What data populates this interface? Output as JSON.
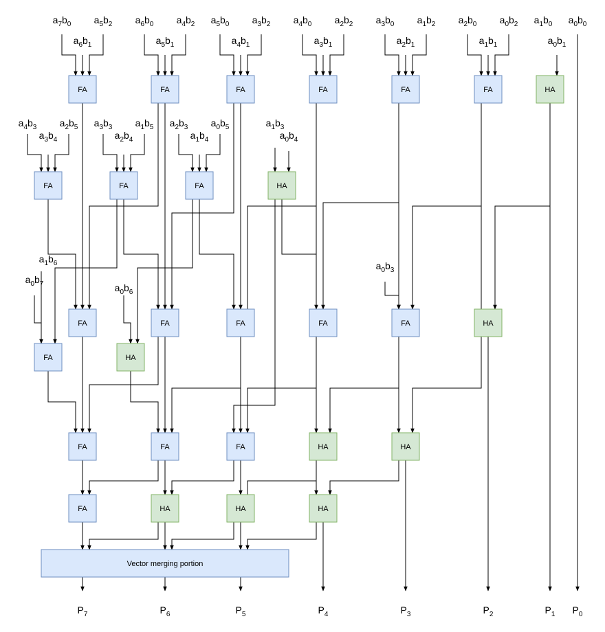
{
  "inputs_top": [
    {
      "id": "a7b0",
      "a": "7",
      "b": "0"
    },
    {
      "id": "a5b2",
      "a": "5",
      "b": "2"
    },
    {
      "id": "a6b0",
      "a": "6",
      "b": "0"
    },
    {
      "id": "a4b2",
      "a": "4",
      "b": "2"
    },
    {
      "id": "a5b0",
      "a": "5",
      "b": "0"
    },
    {
      "id": "a3b2",
      "a": "3",
      "b": "2"
    },
    {
      "id": "a4b0",
      "a": "4",
      "b": "0"
    },
    {
      "id": "a2b2",
      "a": "2",
      "b": "2"
    },
    {
      "id": "a3b0",
      "a": "3",
      "b": "0"
    },
    {
      "id": "a1b2",
      "a": "1",
      "b": "2"
    },
    {
      "id": "a2b0",
      "a": "2",
      "b": "0"
    },
    {
      "id": "a0b2",
      "a": "0",
      "b": "2"
    },
    {
      "id": "a1b0",
      "a": "1",
      "b": "0"
    },
    {
      "id": "a0b0",
      "a": "0",
      "b": "0"
    },
    {
      "id": "a6b1",
      "a": "6",
      "b": "1"
    },
    {
      "id": "a5b1",
      "a": "5",
      "b": "1"
    },
    {
      "id": "a4b1",
      "a": "4",
      "b": "1"
    },
    {
      "id": "a3b1",
      "a": "3",
      "b": "1"
    },
    {
      "id": "a2b1",
      "a": "2",
      "b": "1"
    },
    {
      "id": "a1b1",
      "a": "1",
      "b": "1"
    },
    {
      "id": "a0b1",
      "a": "0",
      "b": "1"
    }
  ],
  "inputs_mid": [
    {
      "id": "a4b3",
      "a": "4",
      "b": "3"
    },
    {
      "id": "a2b5",
      "a": "2",
      "b": "5"
    },
    {
      "id": "a3b4",
      "a": "3",
      "b": "4"
    },
    {
      "id": "a3b3",
      "a": "3",
      "b": "3"
    },
    {
      "id": "a1b5",
      "a": "1",
      "b": "5"
    },
    {
      "id": "a2b4",
      "a": "2",
      "b": "4"
    },
    {
      "id": "a2b3",
      "a": "2",
      "b": "3"
    },
    {
      "id": "a0b5",
      "a": "0",
      "b": "5"
    },
    {
      "id": "a1b4",
      "a": "1",
      "b": "4"
    },
    {
      "id": "a1b3",
      "a": "1",
      "b": "3"
    },
    {
      "id": "a0b4",
      "a": "0",
      "b": "4"
    }
  ],
  "inputs_low": [
    {
      "id": "a1b6",
      "a": "1",
      "b": "6"
    },
    {
      "id": "a0b7",
      "a": "0",
      "b": "7"
    },
    {
      "id": "a0b6",
      "a": "0",
      "b": "6"
    },
    {
      "id": "a0b3",
      "a": "0",
      "b": "3"
    }
  ],
  "blocks": {
    "fa_label": "FA",
    "ha_label": "HA",
    "vector_merge_label": "Vector merging portion"
  },
  "outputs": [
    {
      "id": "P7",
      "n": "7"
    },
    {
      "id": "P6",
      "n": "6"
    },
    {
      "id": "P5",
      "n": "5"
    },
    {
      "id": "P4",
      "n": "4"
    },
    {
      "id": "P3",
      "n": "3"
    },
    {
      "id": "P2",
      "n": "2"
    },
    {
      "id": "P1",
      "n": "1"
    },
    {
      "id": "P0",
      "n": "0"
    }
  ],
  "colors": {
    "fa_fill": "#dae8fc",
    "fa_stroke": "#6c8ebf",
    "ha_fill": "#d5e8d4",
    "ha_stroke": "#82b366"
  }
}
